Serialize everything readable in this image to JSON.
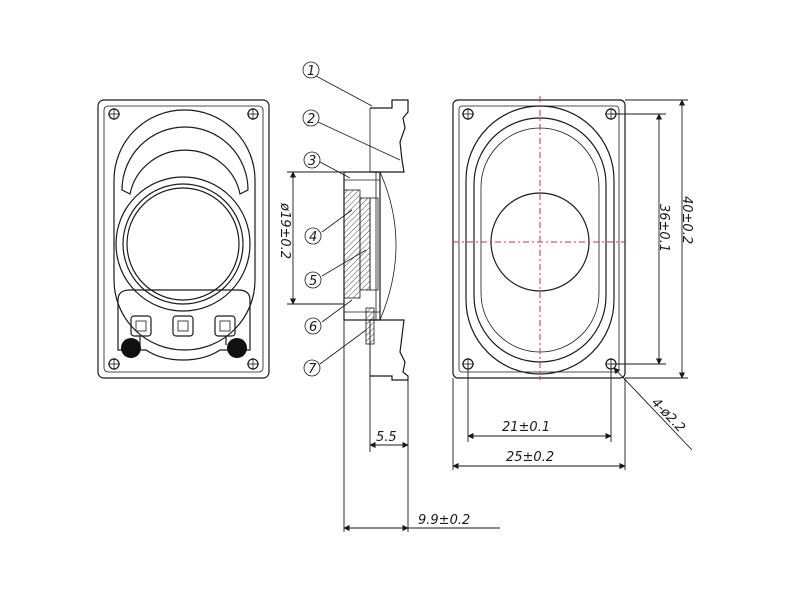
{
  "callouts": [
    "1",
    "2",
    "3",
    "4",
    "5",
    "6",
    "7"
  ],
  "dimensions": {
    "magnet_diameter": "ø19±0.2",
    "inner_height": "36±0.1",
    "outer_height": "40±0.2",
    "hole_spacing": "21±0.1",
    "outer_width": "25±0.2",
    "mount_holes": "4-ø2.2",
    "depth_inner": "5.5",
    "depth_total": "9.9±0.2"
  },
  "colors": {
    "line": "#1a1a1a",
    "centerline": "#d03030",
    "terminal": "#111111"
  }
}
